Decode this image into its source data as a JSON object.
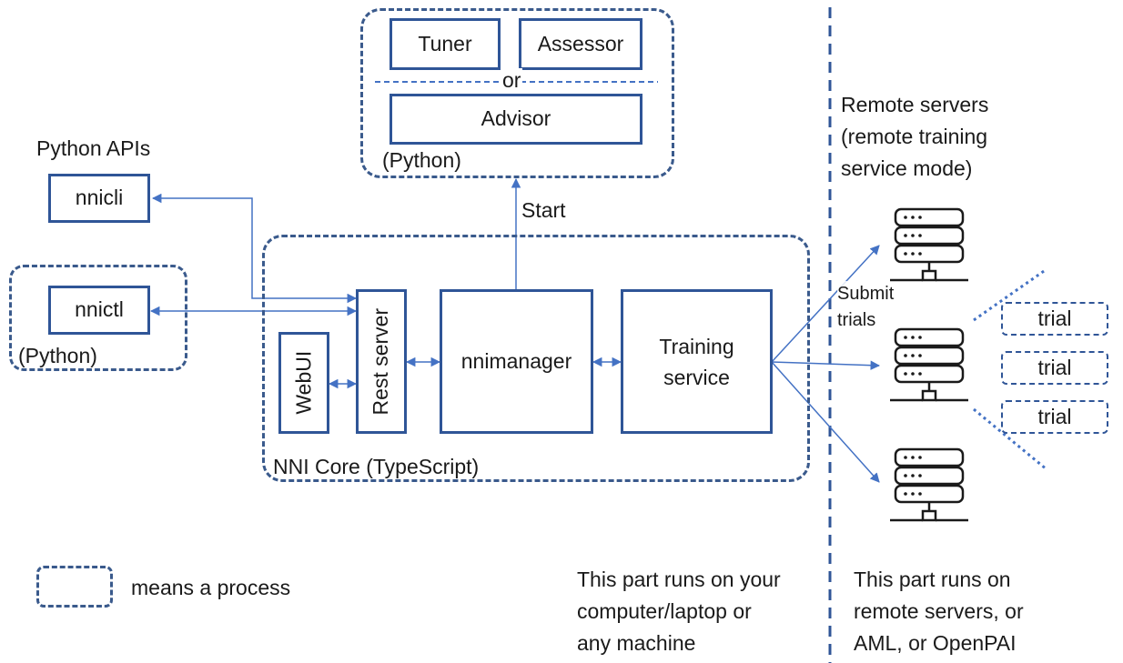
{
  "colors": {
    "line": "#4472c4",
    "box_border": "#2f5597",
    "process_border": "#3a5a8c"
  },
  "advisor_group": {
    "tuner": "Tuner",
    "assessor": "Assessor",
    "or": "or",
    "advisor": "Advisor",
    "python": "(Python)"
  },
  "start_label": "Start",
  "python_apis": {
    "title": "Python APIs",
    "nnicli": "nnicli"
  },
  "nnictl_group": {
    "nnictl": "nnictl",
    "python": "(Python)"
  },
  "core": {
    "webui": "WebUI",
    "rest_server": "Rest server",
    "nnimanager": "nnimanager",
    "training_service": "Training\nservice",
    "label": "NNI Core (TypeScript)"
  },
  "remote": {
    "title": "Remote servers\n(remote training\nservice mode)",
    "submit": "Submit\ntrials",
    "trials": [
      "trial",
      "trial",
      "trial"
    ]
  },
  "legend": {
    "label": "means a process"
  },
  "notes": {
    "local": "This part runs on your\ncomputer/laptop or\nany machine",
    "remote": "This part runs on\nremote servers, or\nAML, or OpenPAI"
  },
  "icons": {
    "server": "server-icon"
  }
}
